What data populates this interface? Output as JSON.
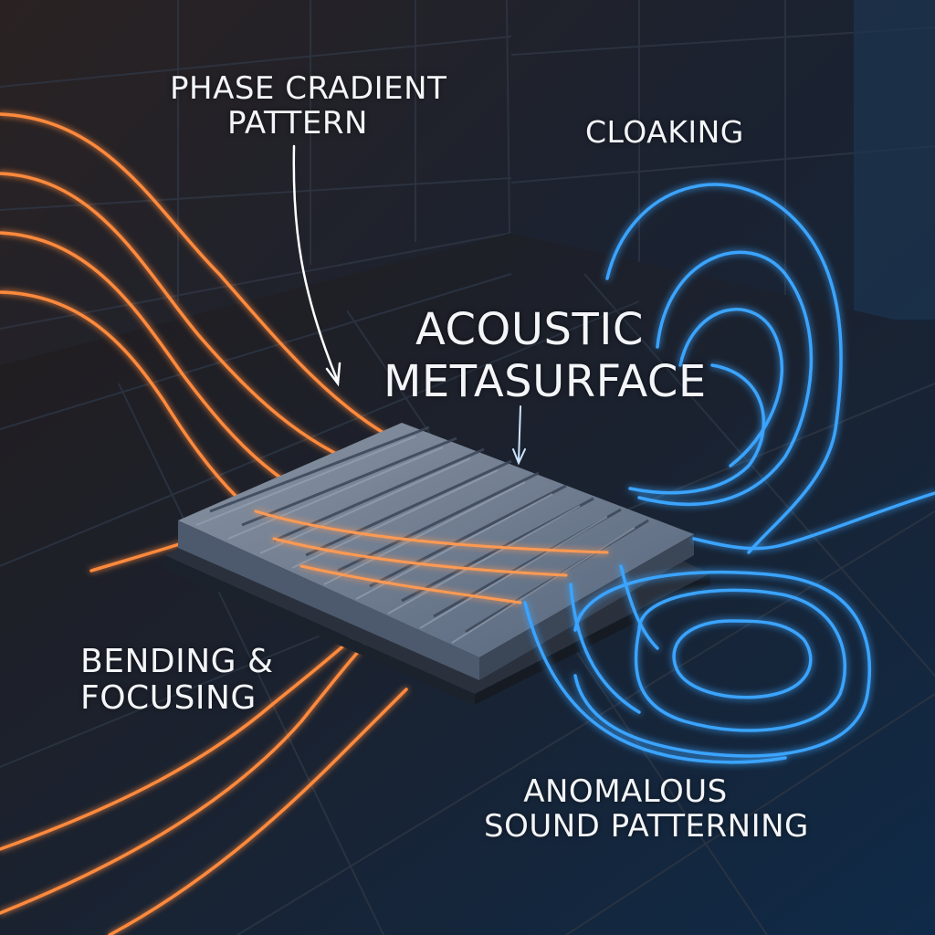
{
  "labels": {
    "phase_gradient": [
      "PHASE CRADIENT",
      "PATTERN"
    ],
    "cloaking": "CLOAKING",
    "acoustic_metasurface": [
      "ACOUSTIC",
      "METASURFACE"
    ],
    "bending_focusing": [
      "BENDING &",
      "FOCUSING"
    ],
    "anomalous_sound": [
      "ANOMALOUS",
      "SOUND PATTERNING"
    ]
  },
  "colors": {
    "orange_wave": "#ff8a3d",
    "blue_wave": "#3aa4ff",
    "background": "#141b26",
    "label_text": "#f3f5f8",
    "device": "#6d7c90"
  },
  "icons": {
    "arrow": "pointer-arrow-icon"
  }
}
